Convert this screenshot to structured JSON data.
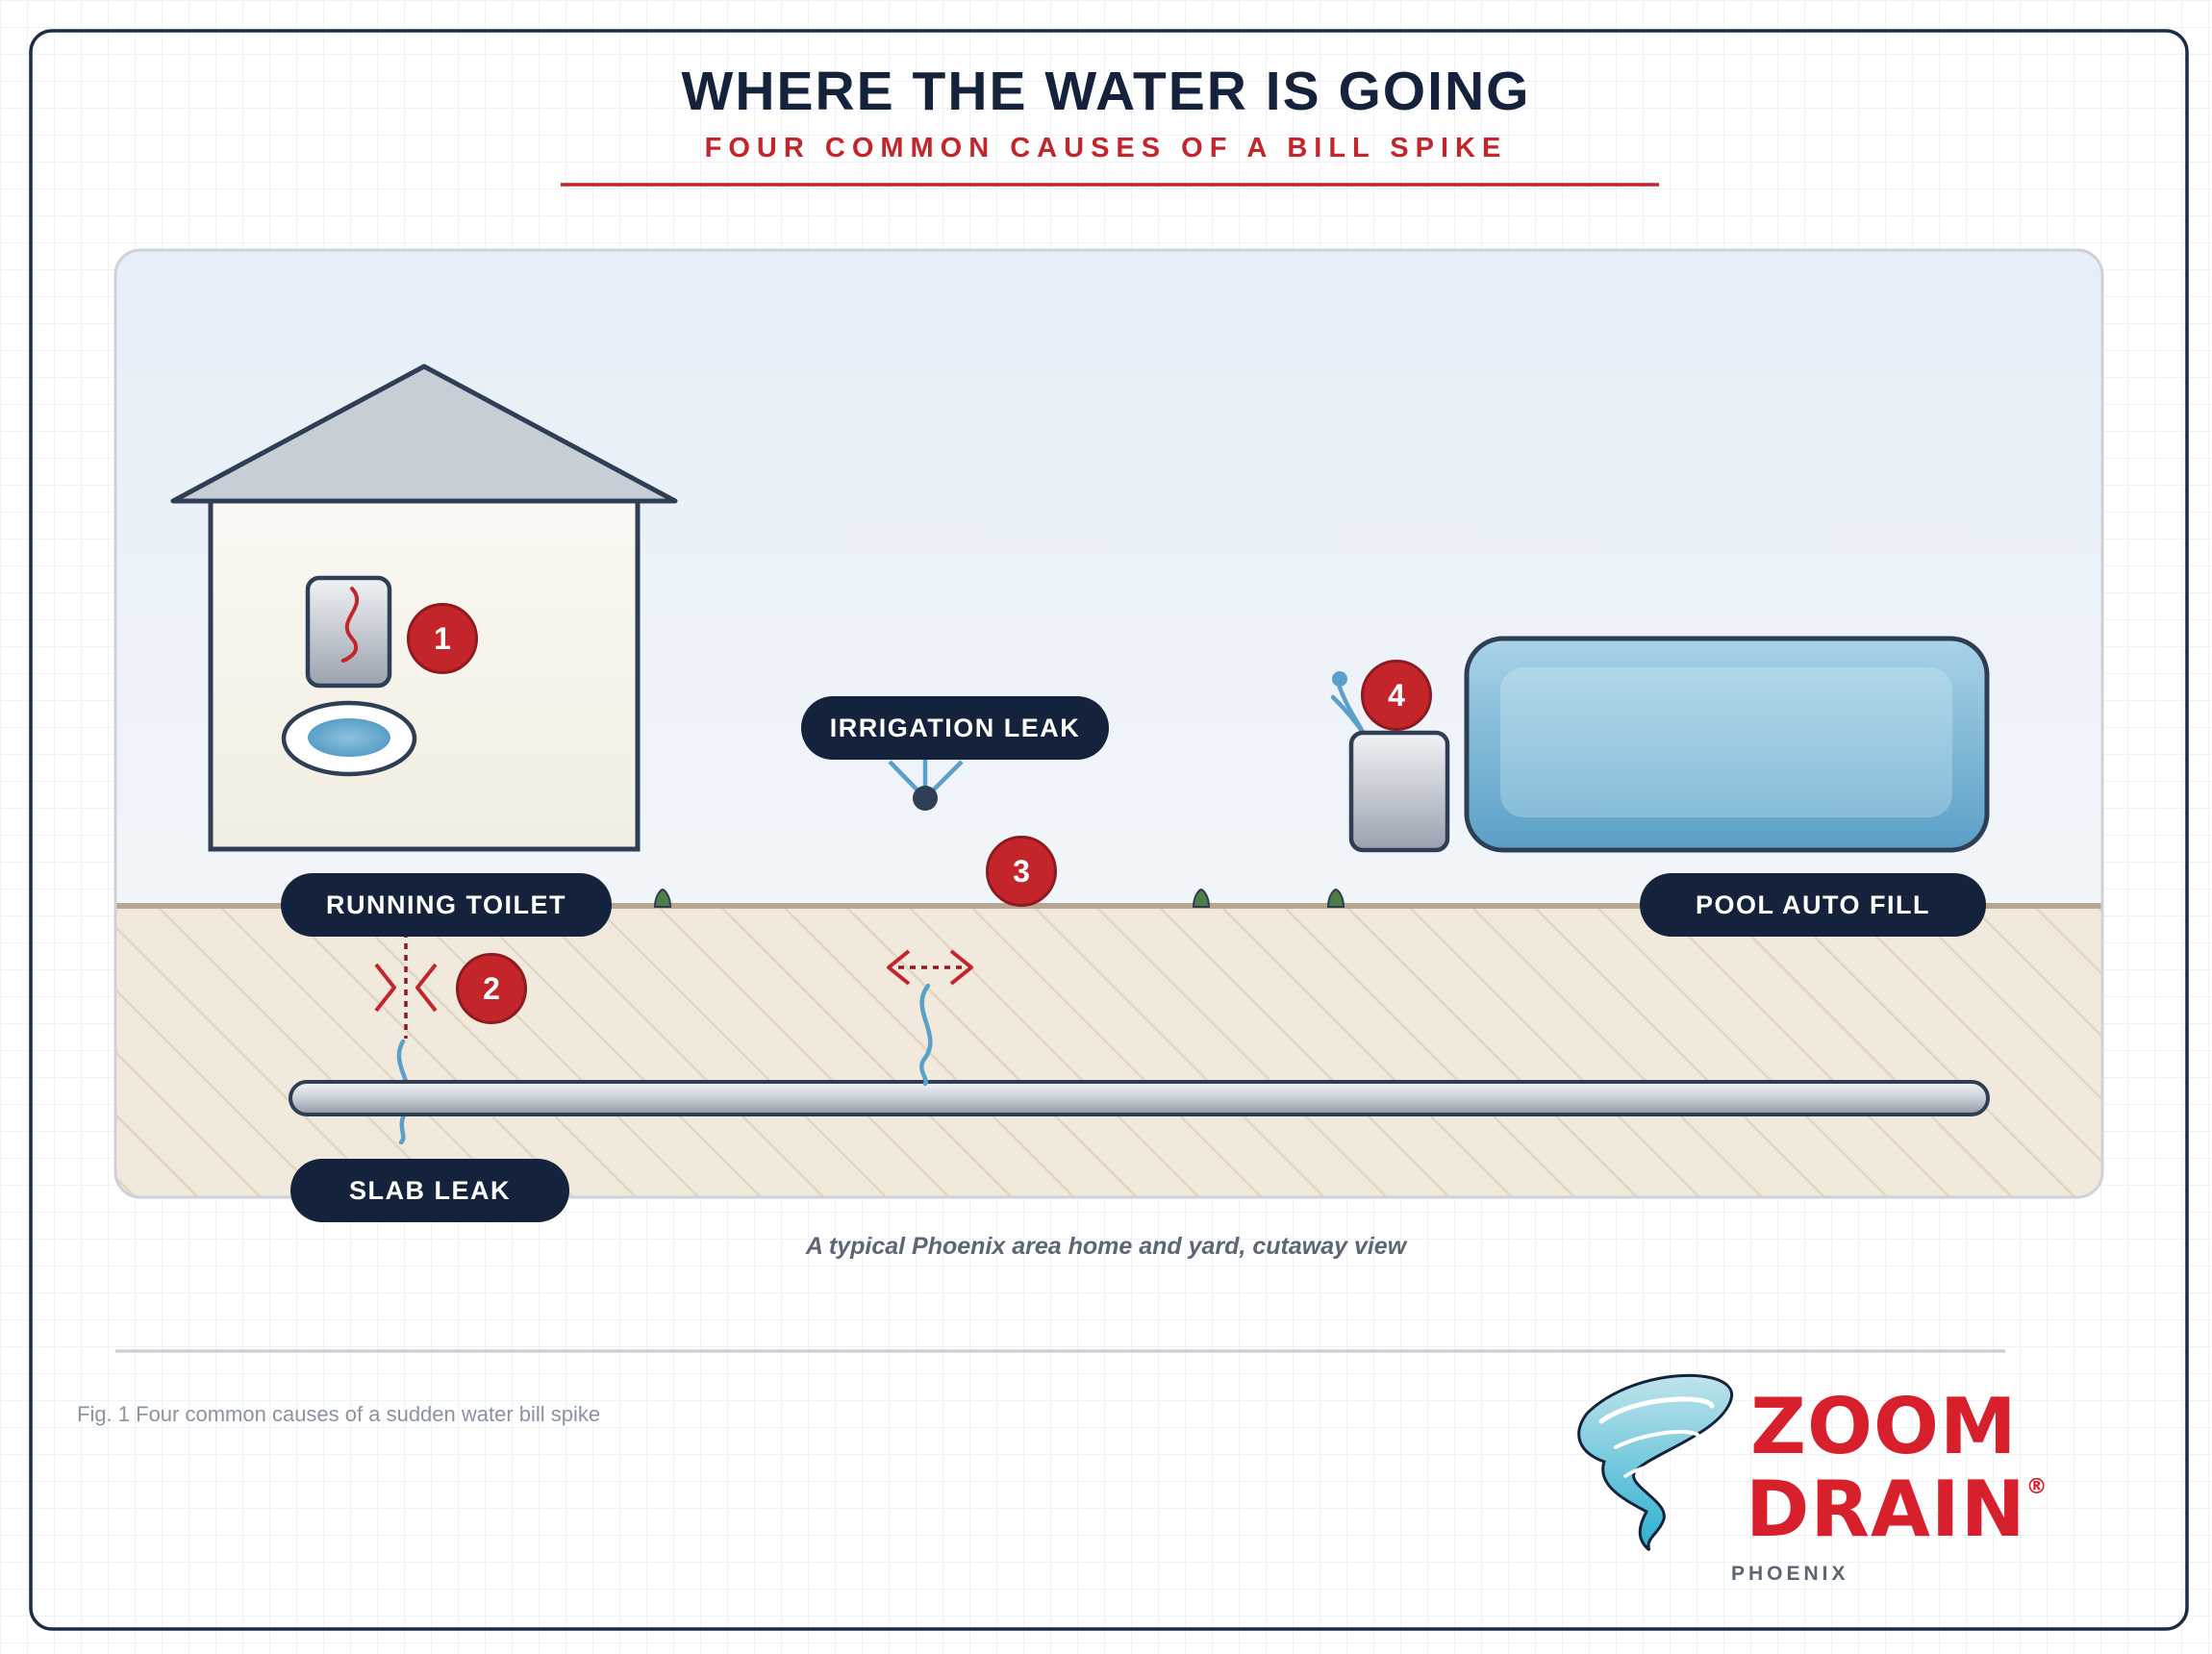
{
  "header": {
    "title": "WHERE THE WATER IS GOING",
    "subtitle": "FOUR COMMON CAUSES OF A BILL SPIKE"
  },
  "diagram": {
    "labels": {
      "running_toilet": "RUNNING TOILET",
      "slab_leak": "SLAB LEAK",
      "irrigation_leak": "IRRIGATION LEAK",
      "pool_auto_fill": "POOL AUTO FILL"
    },
    "badges": [
      "1",
      "2",
      "3",
      "4"
    ],
    "caption": "A typical Phoenix area home and yard, cutaway view"
  },
  "footer": {
    "figure_caption": "Fig. 1 Four common causes of a sudden water bill spike"
  },
  "logo": {
    "line1": "ZOOM",
    "line2": "DRAIN",
    "registered": "®",
    "location": "PHOENIX"
  },
  "colors": {
    "navy": "#14233b",
    "red": "#c4252a",
    "water_blue": "#5aa0c8",
    "soil": "#f0e9dc",
    "sky": "#eaf1f8"
  },
  "icons": [
    "house-icon",
    "toilet-icon",
    "sprinkler-icon",
    "pool-icon",
    "pool-filler-icon",
    "pipe-icon",
    "tornado-logo-icon"
  ]
}
